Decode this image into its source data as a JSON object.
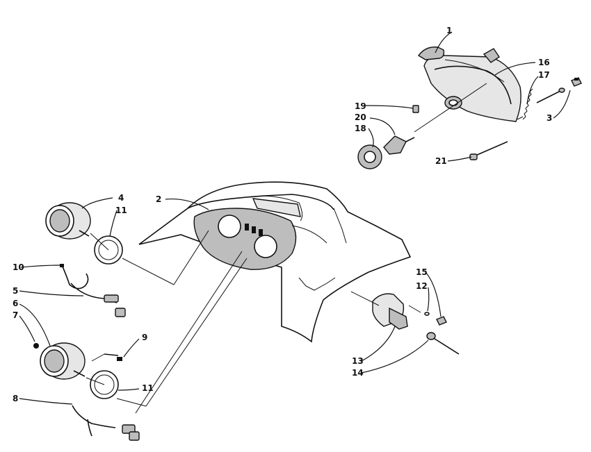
{
  "callouts": [
    {
      "id": "c1",
      "label": "1"
    },
    {
      "id": "c2",
      "label": "2"
    },
    {
      "id": "c3",
      "label": "3"
    },
    {
      "id": "c4",
      "label": "4"
    },
    {
      "id": "c5",
      "label": "5"
    },
    {
      "id": "c6",
      "label": "6"
    },
    {
      "id": "c7",
      "label": "7"
    },
    {
      "id": "c8",
      "label": "8"
    },
    {
      "id": "c9",
      "label": "9"
    },
    {
      "id": "c10",
      "label": "10"
    },
    {
      "id": "c11a",
      "label": "11"
    },
    {
      "id": "c11b",
      "label": "11"
    },
    {
      "id": "c12",
      "label": "12"
    },
    {
      "id": "c13",
      "label": "13"
    },
    {
      "id": "c14",
      "label": "14"
    },
    {
      "id": "c15",
      "label": "15"
    },
    {
      "id": "c16",
      "label": "16"
    },
    {
      "id": "c17",
      "label": "17"
    },
    {
      "id": "c18",
      "label": "18"
    },
    {
      "id": "c19",
      "label": "19"
    },
    {
      "id": "c20",
      "label": "20"
    },
    {
      "id": "c21",
      "label": "21"
    }
  ],
  "colors": {
    "ink": "#111111",
    "paper": "#ffffff",
    "shade": "#bdbdbd"
  }
}
